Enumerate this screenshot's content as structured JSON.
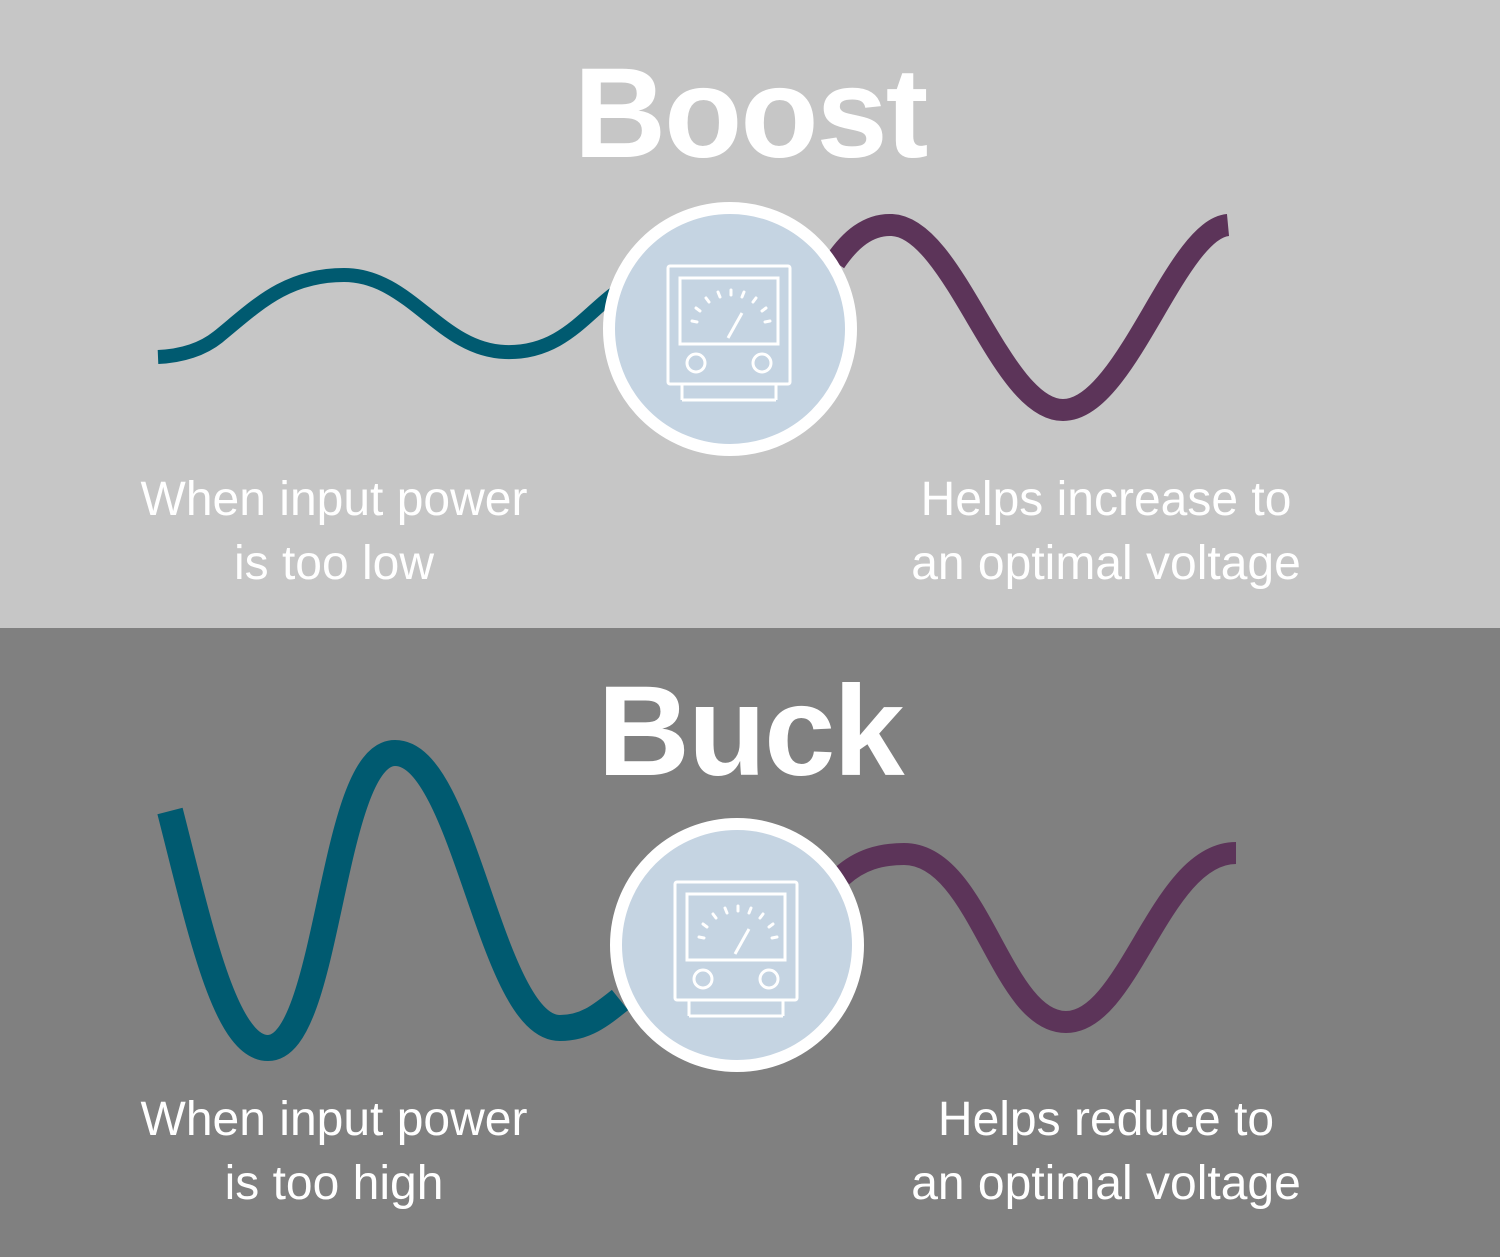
{
  "colors": {
    "boost_background": "#c6c6c6",
    "buck_background": "#808080",
    "input_wave": "#005a70",
    "output_wave": "#5c3459",
    "meter_circle_fill": "#c5d4e2",
    "meter_circle_border": "#ffffff",
    "text": "#ffffff"
  },
  "boost": {
    "title": "Boost",
    "input_caption": [
      "When input power",
      "is too low"
    ],
    "output_caption": [
      "Helps increase to",
      "an optimal voltage"
    ],
    "input_wave_amplitude": "low",
    "output_wave_amplitude": "high",
    "icon": "voltmeter-icon"
  },
  "buck": {
    "title": "Buck",
    "input_caption": [
      "When input power",
      "is too high"
    ],
    "output_caption": [
      "Helps reduce to",
      "an optimal voltage"
    ],
    "input_wave_amplitude": "high",
    "output_wave_amplitude": "low",
    "icon": "voltmeter-icon"
  }
}
